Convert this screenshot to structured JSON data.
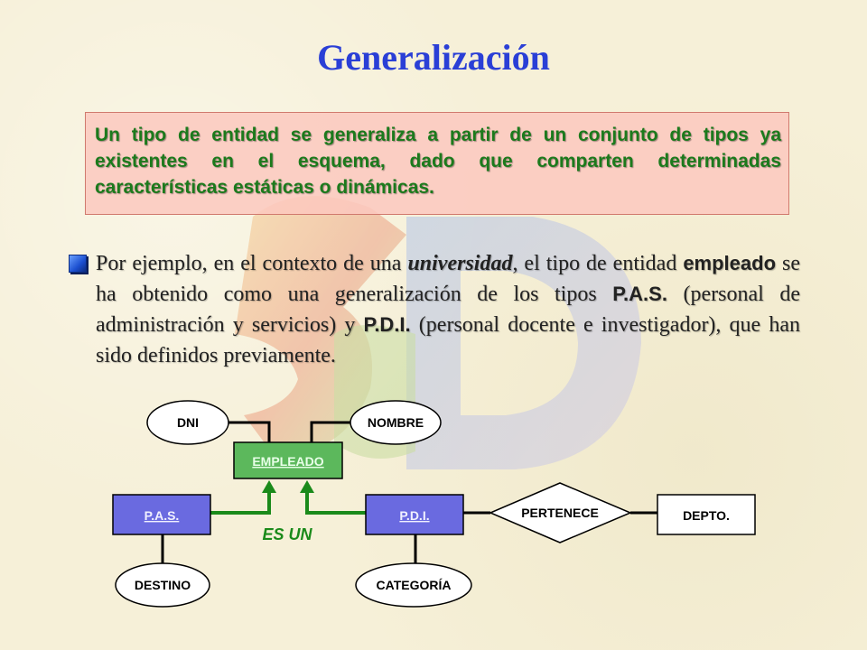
{
  "title": "Generalización",
  "definition": {
    "part1": "Un tipo de entidad se generaliza a partir de un conjunto de tipos ya existentes en el esquema,",
    "part2": " dado que comparten determinadas características estáticas o dinámicas."
  },
  "paragraph": {
    "t1": "Por ejemplo, en el contexto de una ",
    "t2": "universidad",
    "t3": ", el tipo de entidad ",
    "t4": "empleado",
    "t5": " se ha obtenido como una generalización de los tipos ",
    "t6": "P.A.S.",
    "t7": " (personal de administración y servicios) y ",
    "t8": "P.D.I.",
    "t9": " (personal docente e investigador), que han sido definidos previamente."
  },
  "diagram": {
    "attr_dni": "DNI",
    "attr_nombre": "NOMBRE",
    "entity_empleado": "EMPLEADO",
    "entity_pas": "P.A.S.",
    "entity_pdi": "P.D.I.",
    "entity_depto": "DEPTO.",
    "relationship_pertenece": "PERTENECE",
    "isa_label": "ES UN",
    "attr_destino": "DESTINO",
    "attr_categoria": "CATEGORÍA"
  },
  "colors": {
    "title": "#2a3fd6",
    "definition_text": "#1c7a1c",
    "definition_bg": "#fcc8be",
    "empleado_fill": "#5cb85c",
    "subtype_fill": "#6a6ae0",
    "isa": "#1a8a1a"
  }
}
